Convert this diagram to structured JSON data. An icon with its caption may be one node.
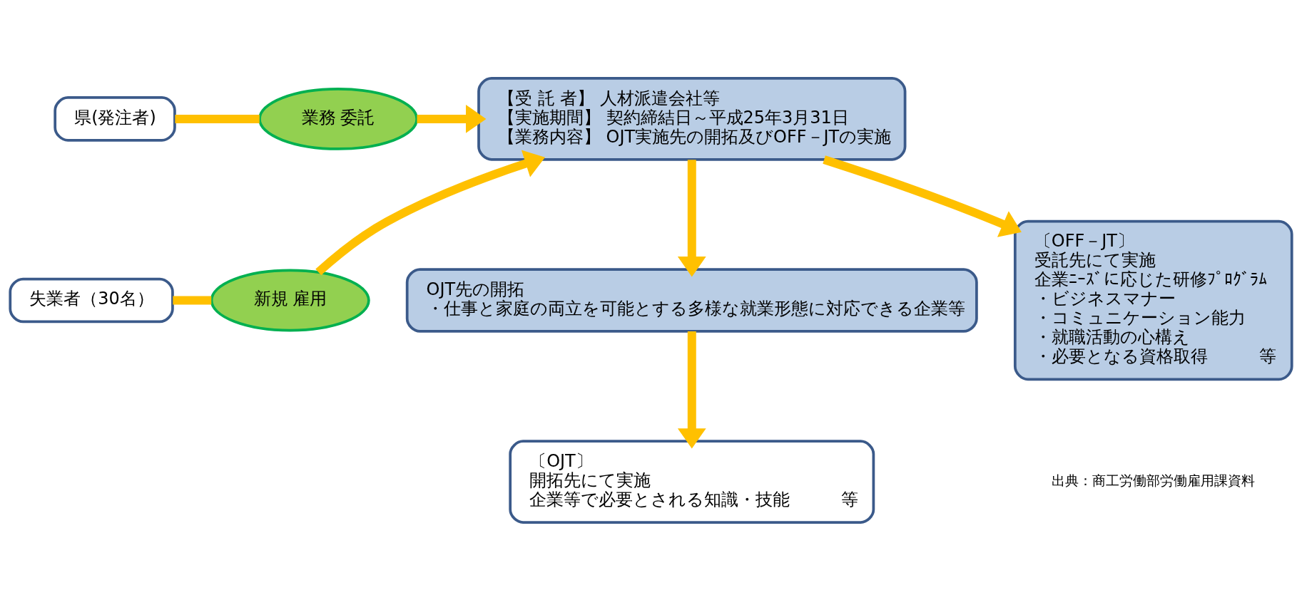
{
  "diagram": {
    "nodes": [
      {
        "text": [
          "県(発注者)"
        ]
      },
      {
        "text": [
          "業務 委託"
        ]
      },
      {
        "text": [
          "【受 託 者】 人材派遣会社等",
          "【実施期間】 契約締結日～平成25年3月31日",
          "【業務内容】 OJT実施先の開拓及びOFF－JTの実施"
        ]
      },
      {
        "text": [
          "失業者（30名）"
        ]
      },
      {
        "text": [
          "新規 雇用"
        ]
      },
      {
        "text": [
          "OJT先の開拓",
          "・仕事と家庭の両立を可能とする多様な就業形態に対応できる企業等"
        ]
      },
      {
        "text": [
          "〔OJT〕",
          "開拓先にて実施",
          "企業等で必要とされる知識・技能　　　等"
        ]
      },
      {
        "text": [
          "〔OFF－JT〕",
          "受託先にて実施",
          "企業ﾆｰｽﾞに応じた研修ﾌﾟﾛｸﾞﾗﾑ",
          "・ビジネスマナー",
          "・コミュニケーション能力",
          "・就職活動の心構え",
          "・必要となる資格取得　　　等"
        ]
      }
    ],
    "edges": [
      {
        "from": 0,
        "to": 1,
        "arrow": "none",
        "color": "#ffc000"
      },
      {
        "from": 1,
        "to": 2,
        "arrow": "to",
        "color": "#ffc000"
      },
      {
        "from": 3,
        "to": 4,
        "arrow": "none",
        "color": "#ffc000"
      },
      {
        "from": 4,
        "to": 2,
        "arrow": "to",
        "color": "#ffc000"
      },
      {
        "from": 2,
        "to": 5,
        "arrow": "to",
        "color": "#ffc000"
      },
      {
        "from": 5,
        "to": 6,
        "arrow": "to",
        "color": "#ffc000"
      },
      {
        "from": 2,
        "to": 7,
        "arrow": "to",
        "color": "#ffc000"
      }
    ],
    "labels": [
      "出典：商工労働部労働雇用課資料"
    ]
  }
}
